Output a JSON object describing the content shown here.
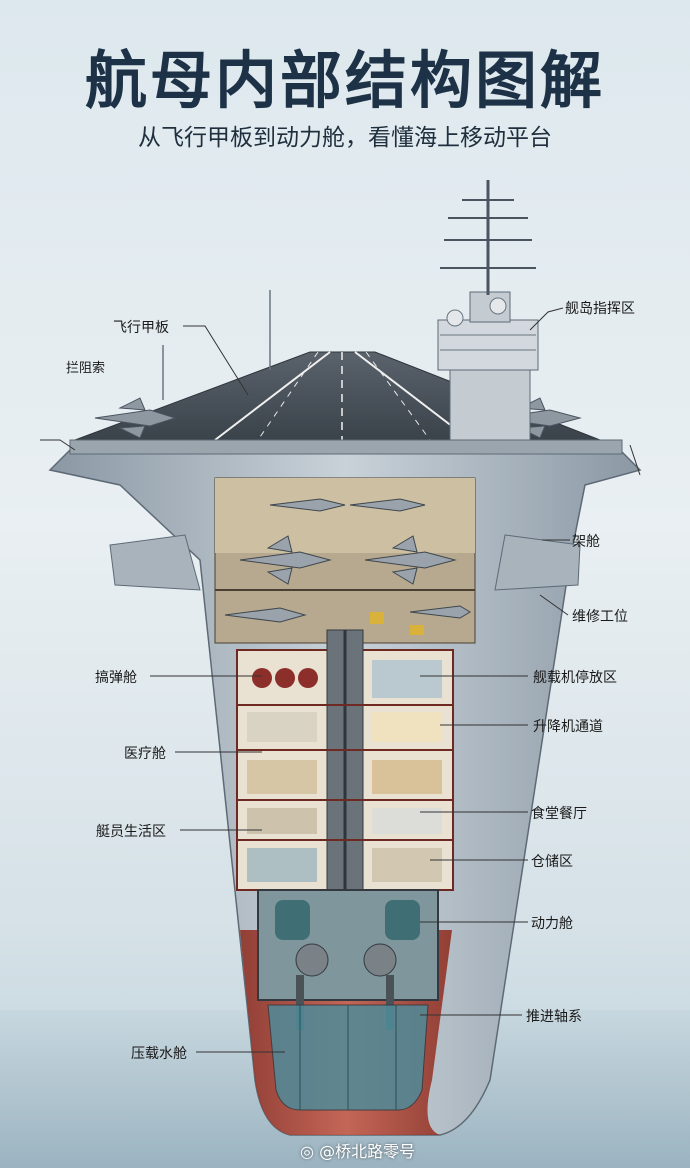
{
  "header": {
    "title": "航母内部结构图解",
    "subtitle": "从飞行甲板到动力舱，看懂海上移动平台"
  },
  "labels": {
    "flight_deck": "飞行甲板",
    "arresting_wire": "拦阻索",
    "island": "舰岛指挥区",
    "hangar": "架舱",
    "maintenance": "维修工位",
    "magazine": "搞弹舱",
    "aircraft_parking": "舰载机停放区",
    "elevator": "升降机通道",
    "medical": "医疗舱",
    "canteen": "食堂餐厅",
    "crew_quarters": "艇员生活区",
    "storage": "仓储区",
    "power": "动力舱",
    "propulsion_shaft": "推进轴系",
    "ballast": "压载水舱"
  },
  "watermark": "@桥北路零号",
  "colors": {
    "title": "#1d3246",
    "deck": "#3f4852",
    "hull": "#b8c3cc",
    "lower_hull": "#b5483a",
    "water": "#9fb7c4"
  }
}
